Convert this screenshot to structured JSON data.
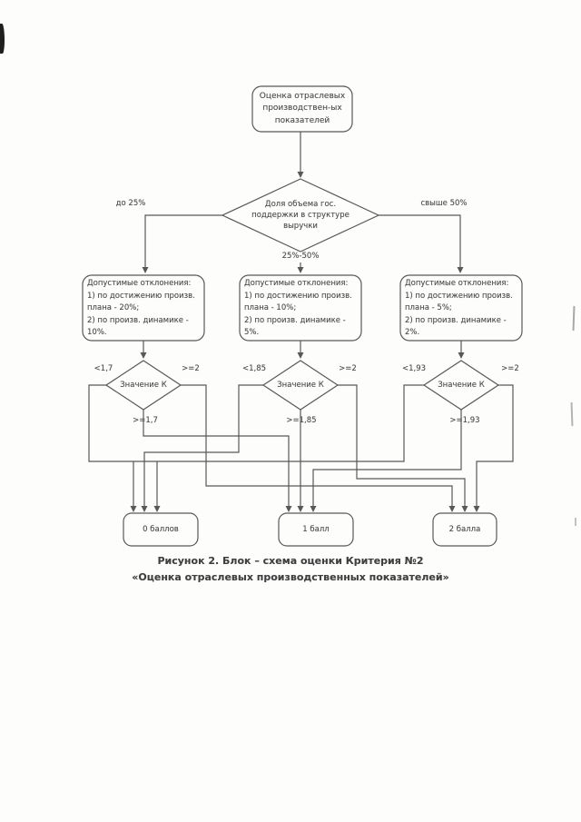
{
  "flowchart": {
    "start": "Оценка отраслевых\nпроизводствен-ых\nпоказателей",
    "main_decision": "Доля объема гос.\nподдержки в структуре\nвыручки",
    "branch_left": "до 25%",
    "branch_middle": "25%-50%",
    "branch_right": "свыше 50%",
    "columns": [
      {
        "deviations": "Допустимые отклонения:\n1) по достижению произв.\nплана - 20%;\n2) по произв. динамике -\n10%.",
        "decision": "Значение К",
        "lt": "<1,7",
        "ge": ">=1,7",
        "ge2": ">=2"
      },
      {
        "deviations": "Допустимые отклонения:\n1) по достижению произв.\nплана - 10%;\n2) по произв. динамике -\n5%.",
        "decision": "Значение К",
        "lt": "<1,85",
        "ge": ">=1,85",
        "ge2": ">=2"
      },
      {
        "deviations": "Допустимые отклонения:\n1) по достижению произв.\nплана - 5%;\n2) по произв. динамике -\n2%.",
        "decision": "Значение К",
        "lt": "<1,93",
        "ge": ">=1,93",
        "ge2": ">=2"
      }
    ],
    "results": [
      "0 баллов",
      "1 балл",
      "2 балла"
    ]
  },
  "caption": {
    "line1": "Рисунок 2. Блок – схема оценки Критерия №2",
    "line2": "«Оценка отраслевых производственных показателей»"
  },
  "colors": {
    "line": "#585858",
    "text": "#4c4c4c"
  }
}
